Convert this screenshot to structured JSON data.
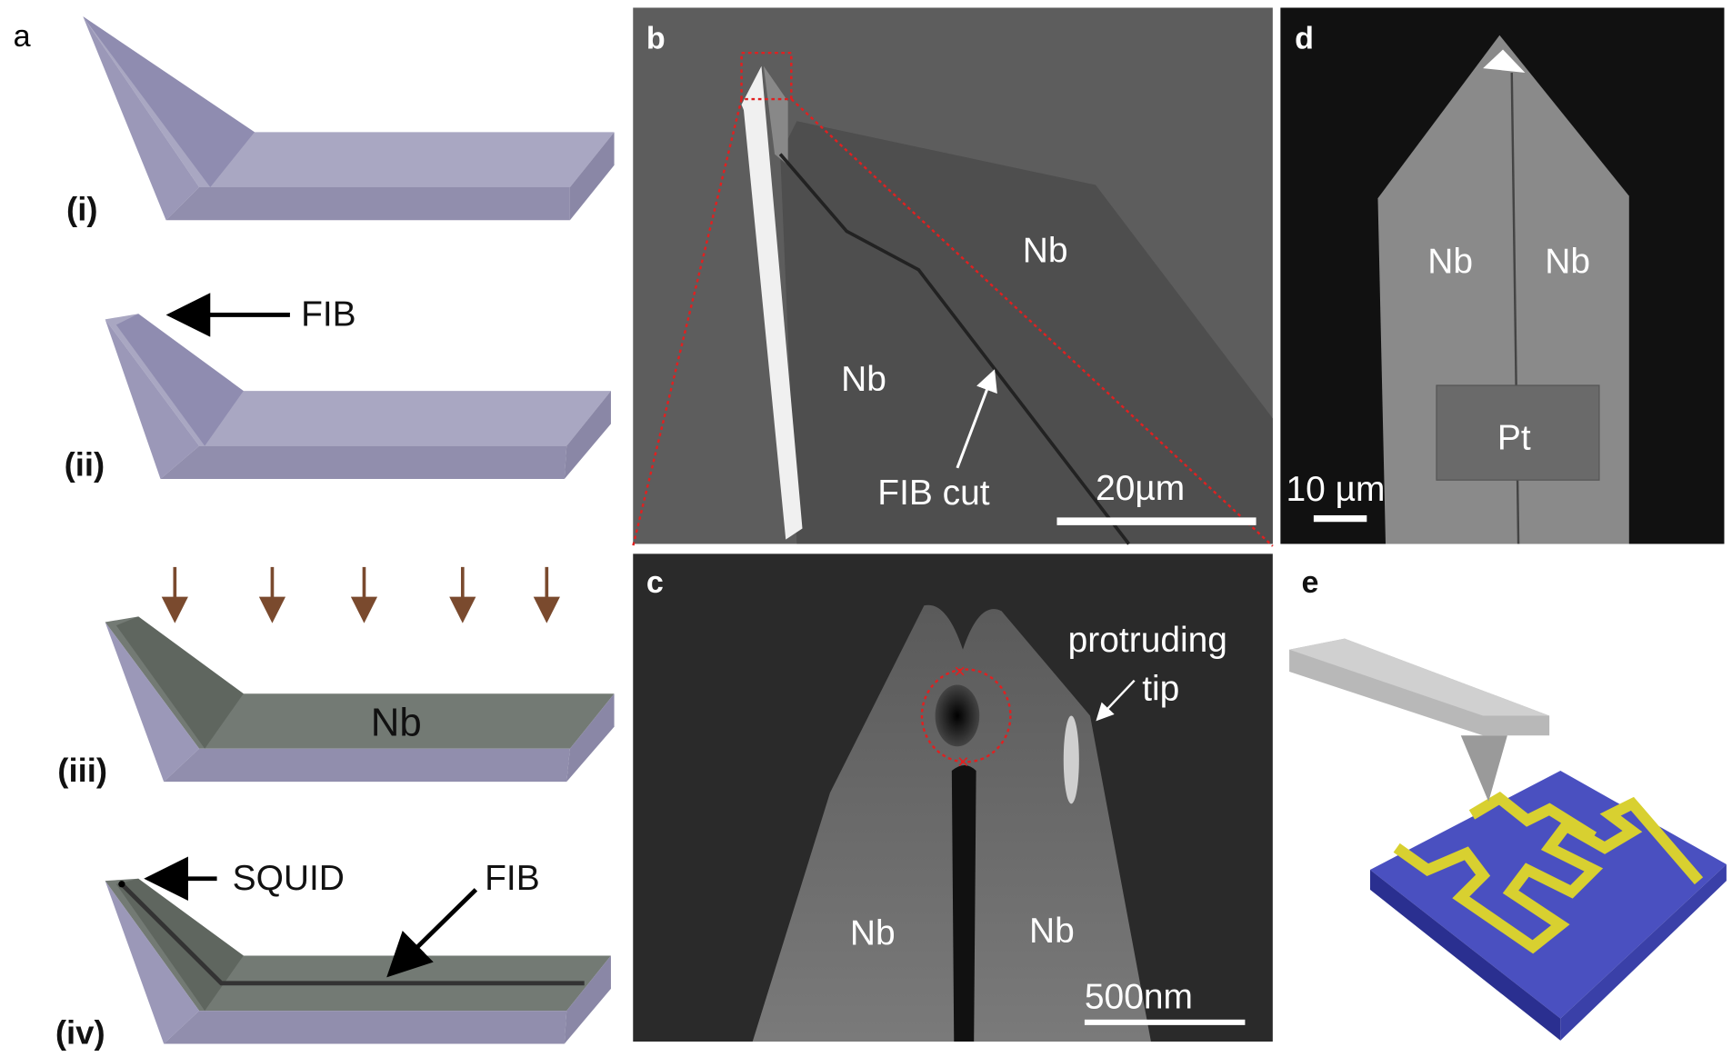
{
  "panels": {
    "a": {
      "label": "a",
      "steps": [
        "(i)",
        "(ii)",
        "(iii)",
        "(iv)"
      ],
      "fib": "FIB",
      "nb": "Nb",
      "squid": "SQUID",
      "fib2": "FIB"
    },
    "b": {
      "label": "b",
      "nb1": "Nb",
      "nb2": "Nb",
      "cut": "FIB cut",
      "scale": "20µm"
    },
    "c": {
      "label": "c",
      "protruding": "protruding",
      "tip": "tip",
      "nb1": "Nb",
      "nb2": "Nb",
      "scale": "500nm"
    },
    "d": {
      "label": "d",
      "nb1": "Nb",
      "nb2": "Nb",
      "pt": "Pt",
      "scale": "10 µm"
    },
    "e": {
      "label": "e"
    }
  },
  "colors": {
    "cantilever": "#9b98b8",
    "niobium": "#6f7770",
    "arrow": "#7a4a2e",
    "substrate": "#3a3fa8",
    "meander": "#d8d030",
    "marker": "#e02020"
  }
}
